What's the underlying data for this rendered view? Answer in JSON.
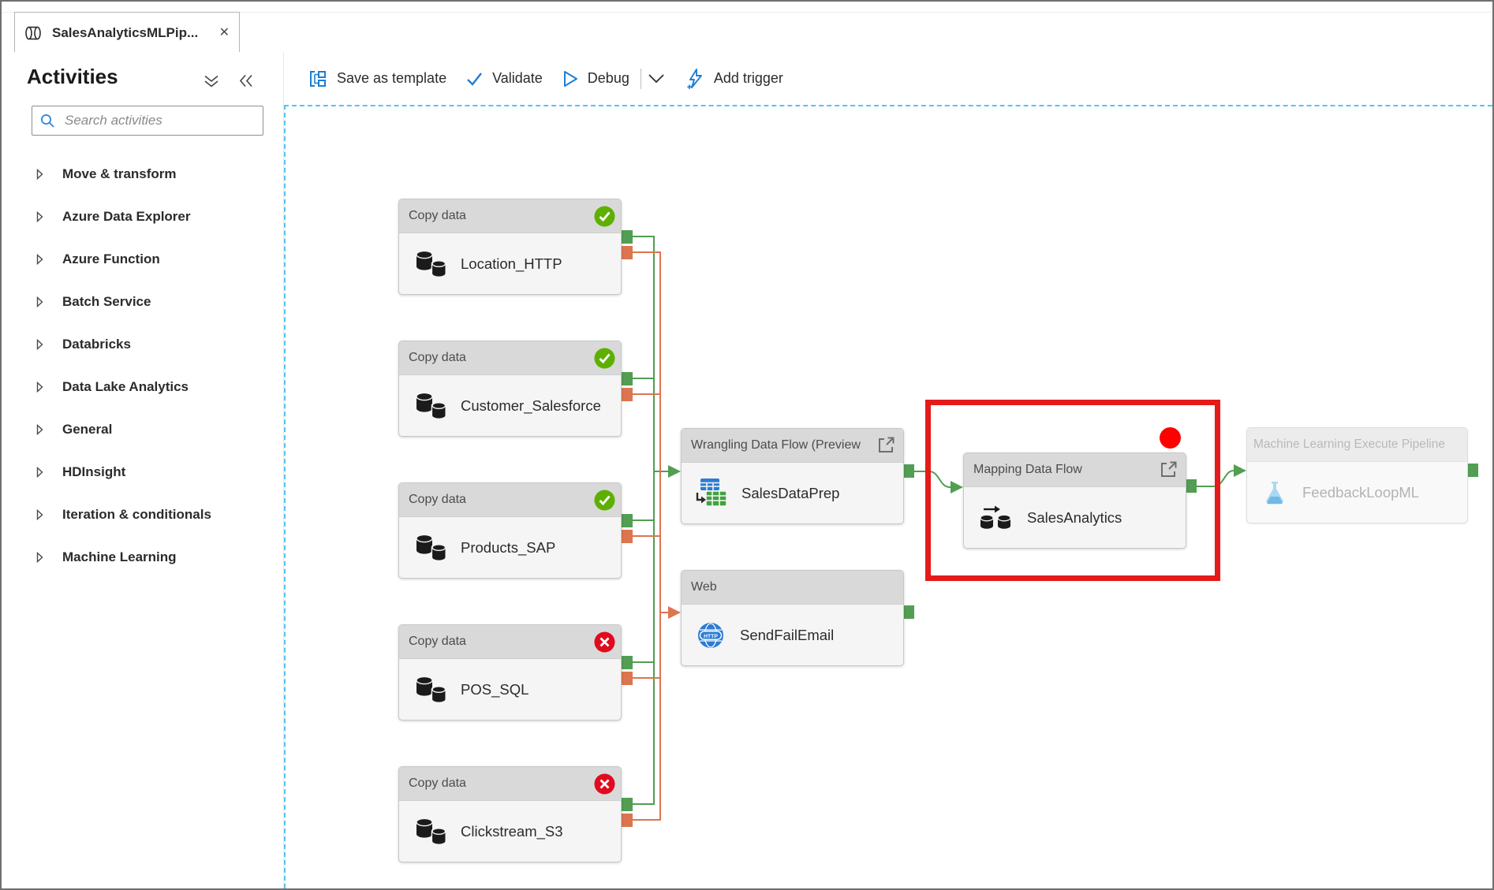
{
  "tab_bar": {
    "tab": {
      "title": "SalesAnalyticsMLPip...",
      "close_glyph": "✕"
    }
  },
  "sidebar": {
    "title": "Activities",
    "search_placeholder": "Search activities",
    "items": [
      {
        "label": "Move & transform"
      },
      {
        "label": "Azure Data Explorer"
      },
      {
        "label": "Azure Function"
      },
      {
        "label": "Batch Service"
      },
      {
        "label": "Databricks"
      },
      {
        "label": "Data Lake Analytics"
      },
      {
        "label": "General"
      },
      {
        "label": "HDInsight"
      },
      {
        "label": "Iteration & conditionals"
      },
      {
        "label": "Machine Learning"
      }
    ]
  },
  "toolbar": {
    "save_as_template": "Save as template",
    "validate": "Validate",
    "debug": "Debug",
    "add_trigger": "Add trigger"
  },
  "canvas": {
    "nodes": [
      {
        "type": "Copy data",
        "name": "Location_HTTP",
        "status": "succeeded"
      },
      {
        "type": "Copy data",
        "name": "Customer_Salesforce",
        "status": "succeeded"
      },
      {
        "type": "Copy data",
        "name": "Products_SAP",
        "status": "succeeded"
      },
      {
        "type": "Copy data",
        "name": "POS_SQL",
        "status": "failed"
      },
      {
        "type": "Copy data",
        "name": "Clickstream_S3",
        "status": "failed"
      },
      {
        "type": "Wrangling Data Flow (Preview",
        "name": "SalesDataPrep",
        "status": null
      },
      {
        "type": "Web",
        "name": "SendFailEmail",
        "status": null,
        "icon_text": "HTTP"
      },
      {
        "type": "Mapping Data Flow",
        "name": "SalesAnalytics",
        "status": null
      },
      {
        "type": "Machine Learning Execute Pipeline",
        "name": "FeedbackLoopML",
        "status": "disabled"
      }
    ],
    "edges": [
      {
        "from": "Location_HTTP",
        "to": "SalesDataPrep",
        "on": "success"
      },
      {
        "from": "Customer_Salesforce",
        "to": "SalesDataPrep",
        "on": "success"
      },
      {
        "from": "Products_SAP",
        "to": "SalesDataPrep",
        "on": "success"
      },
      {
        "from": "POS_SQL",
        "to": "SalesDataPrep",
        "on": "success"
      },
      {
        "from": "Clickstream_S3",
        "to": "SalesDataPrep",
        "on": "success"
      },
      {
        "from": "Location_HTTP",
        "to": "SendFailEmail",
        "on": "failure"
      },
      {
        "from": "Customer_Salesforce",
        "to": "SendFailEmail",
        "on": "failure"
      },
      {
        "from": "Products_SAP",
        "to": "SendFailEmail",
        "on": "failure"
      },
      {
        "from": "POS_SQL",
        "to": "SendFailEmail",
        "on": "failure"
      },
      {
        "from": "Clickstream_S3",
        "to": "SendFailEmail",
        "on": "failure"
      },
      {
        "from": "SalesDataPrep",
        "to": "SalesAnalytics",
        "on": "success"
      },
      {
        "from": "SalesAnalytics",
        "to": "FeedbackLoopML",
        "on": "success"
      }
    ]
  },
  "colors": {
    "accent_blue": "#1b7fd4",
    "success_badge_green": "#5eb000",
    "error_badge_red": "#e00b1e",
    "connector_green": "#529e52",
    "connector_orange": "#dc7550",
    "highlight_red": "#e51a1a",
    "red_dot": "#fe0000",
    "canvas_dash_blue": "#53c6f2",
    "node_header_gray": "#d9d9d9",
    "node_body_gray": "#f5f5f5"
  }
}
